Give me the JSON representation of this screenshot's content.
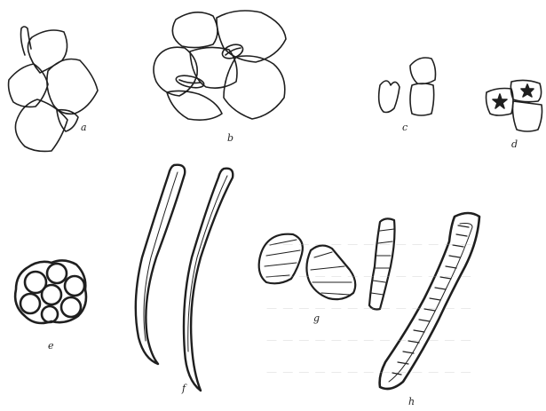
{
  "figure": {
    "labels": {
      "a": "a",
      "b": "b",
      "c": "c",
      "d": "d",
      "e": "e",
      "f": "f",
      "g": "g",
      "h": "h"
    },
    "ink_color": "#1f1f1f",
    "background_color": "#ffffff",
    "bleed_through_color": "#b9b9b9"
  }
}
